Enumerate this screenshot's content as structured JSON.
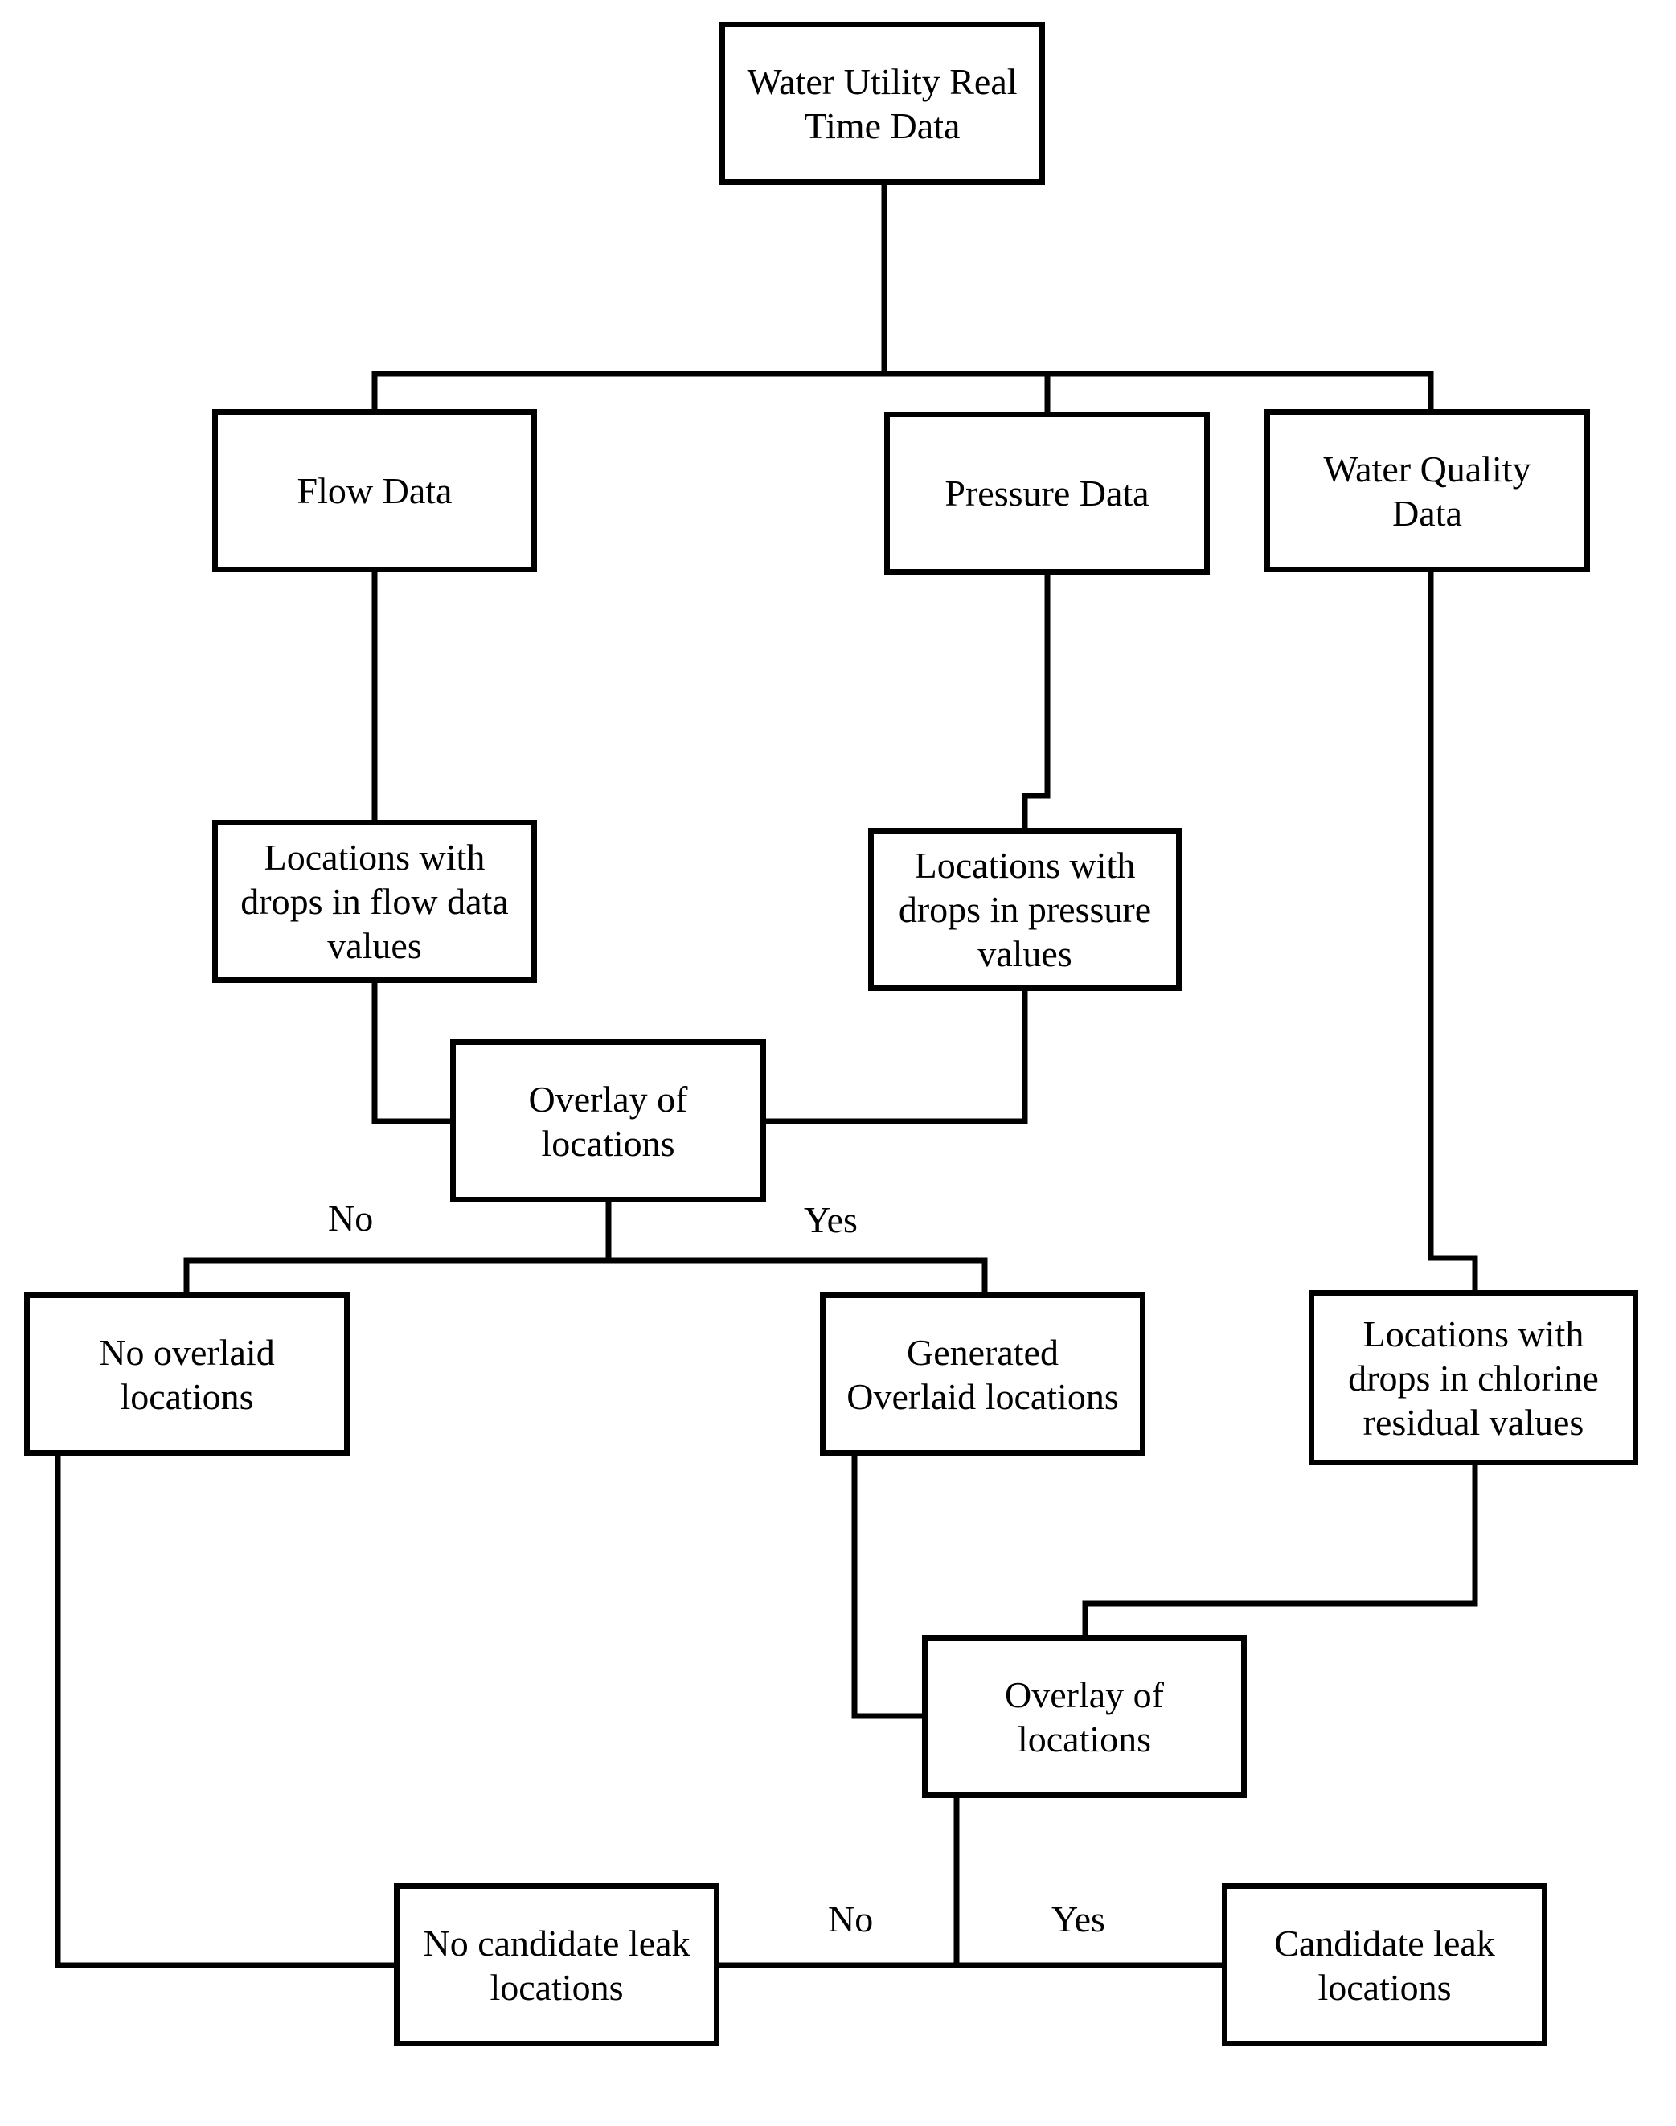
{
  "nodes": {
    "source": "Water Utility Real\nTime Data",
    "flow": "Flow Data",
    "pressure": "Pressure Data",
    "quality": "Water Quality\nData",
    "flow_drops": "Locations with\ndrops in flow data\nvalues",
    "pressure_drops": "Locations with\ndrops in pressure\nvalues",
    "overlay1": "Overlay of\nlocations",
    "no_overlaid": "No overlaid\nlocations",
    "generated_overlaid": "Generated\nOverlaid locations",
    "chlorine_drops": "Locations with\ndrops in chlorine\nresidual values",
    "overlay2": "Overlay of\nlocations",
    "no_candidate": "No candidate leak\nlocations",
    "candidate": "Candidate leak\nlocations"
  },
  "edge_labels": {
    "overlay1_no": "No",
    "overlay1_yes": "Yes",
    "overlay2_no": "No",
    "overlay2_yes": "Yes"
  }
}
